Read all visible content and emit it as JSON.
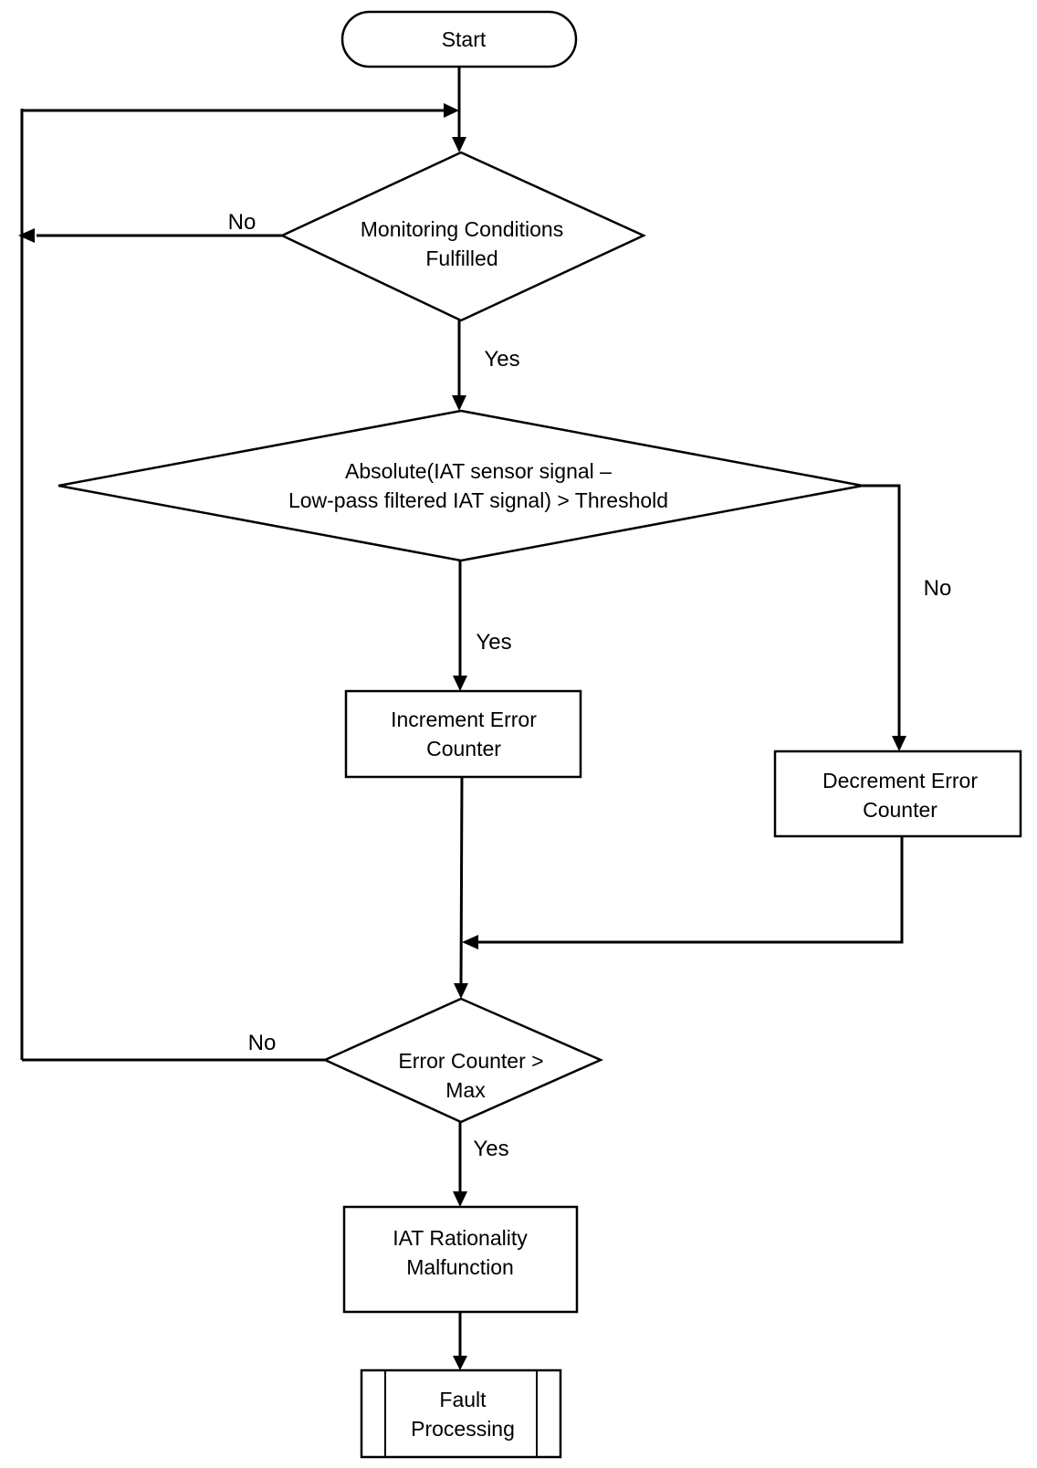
{
  "nodes": {
    "start": {
      "lines": [
        "Start"
      ]
    },
    "monitoring_conditions": {
      "lines": [
        "Monitoring Conditions",
        "Fulfilled"
      ]
    },
    "absolute_check": {
      "lines": [
        "Absolute(IAT sensor signal –",
        "Low-pass filtered IAT signal) > Threshold"
      ]
    },
    "increment_error": {
      "lines": [
        "Increment Error",
        "Counter"
      ]
    },
    "decrement_error": {
      "lines": [
        "Decrement Error",
        "Counter"
      ]
    },
    "error_counter_max": {
      "lines": [
        "Error Counter >",
        "Max"
      ]
    },
    "iat_malfunction": {
      "lines": [
        "IAT Rationality",
        "Malfunction"
      ]
    },
    "fault_processing": {
      "lines": [
        "Fault",
        "Processing"
      ]
    }
  },
  "edge_labels": {
    "monitoring_no": "No",
    "monitoring_yes": "Yes",
    "absolute_yes": "Yes",
    "absolute_no": "No",
    "error_max_no": "No",
    "error_max_yes": "Yes"
  }
}
